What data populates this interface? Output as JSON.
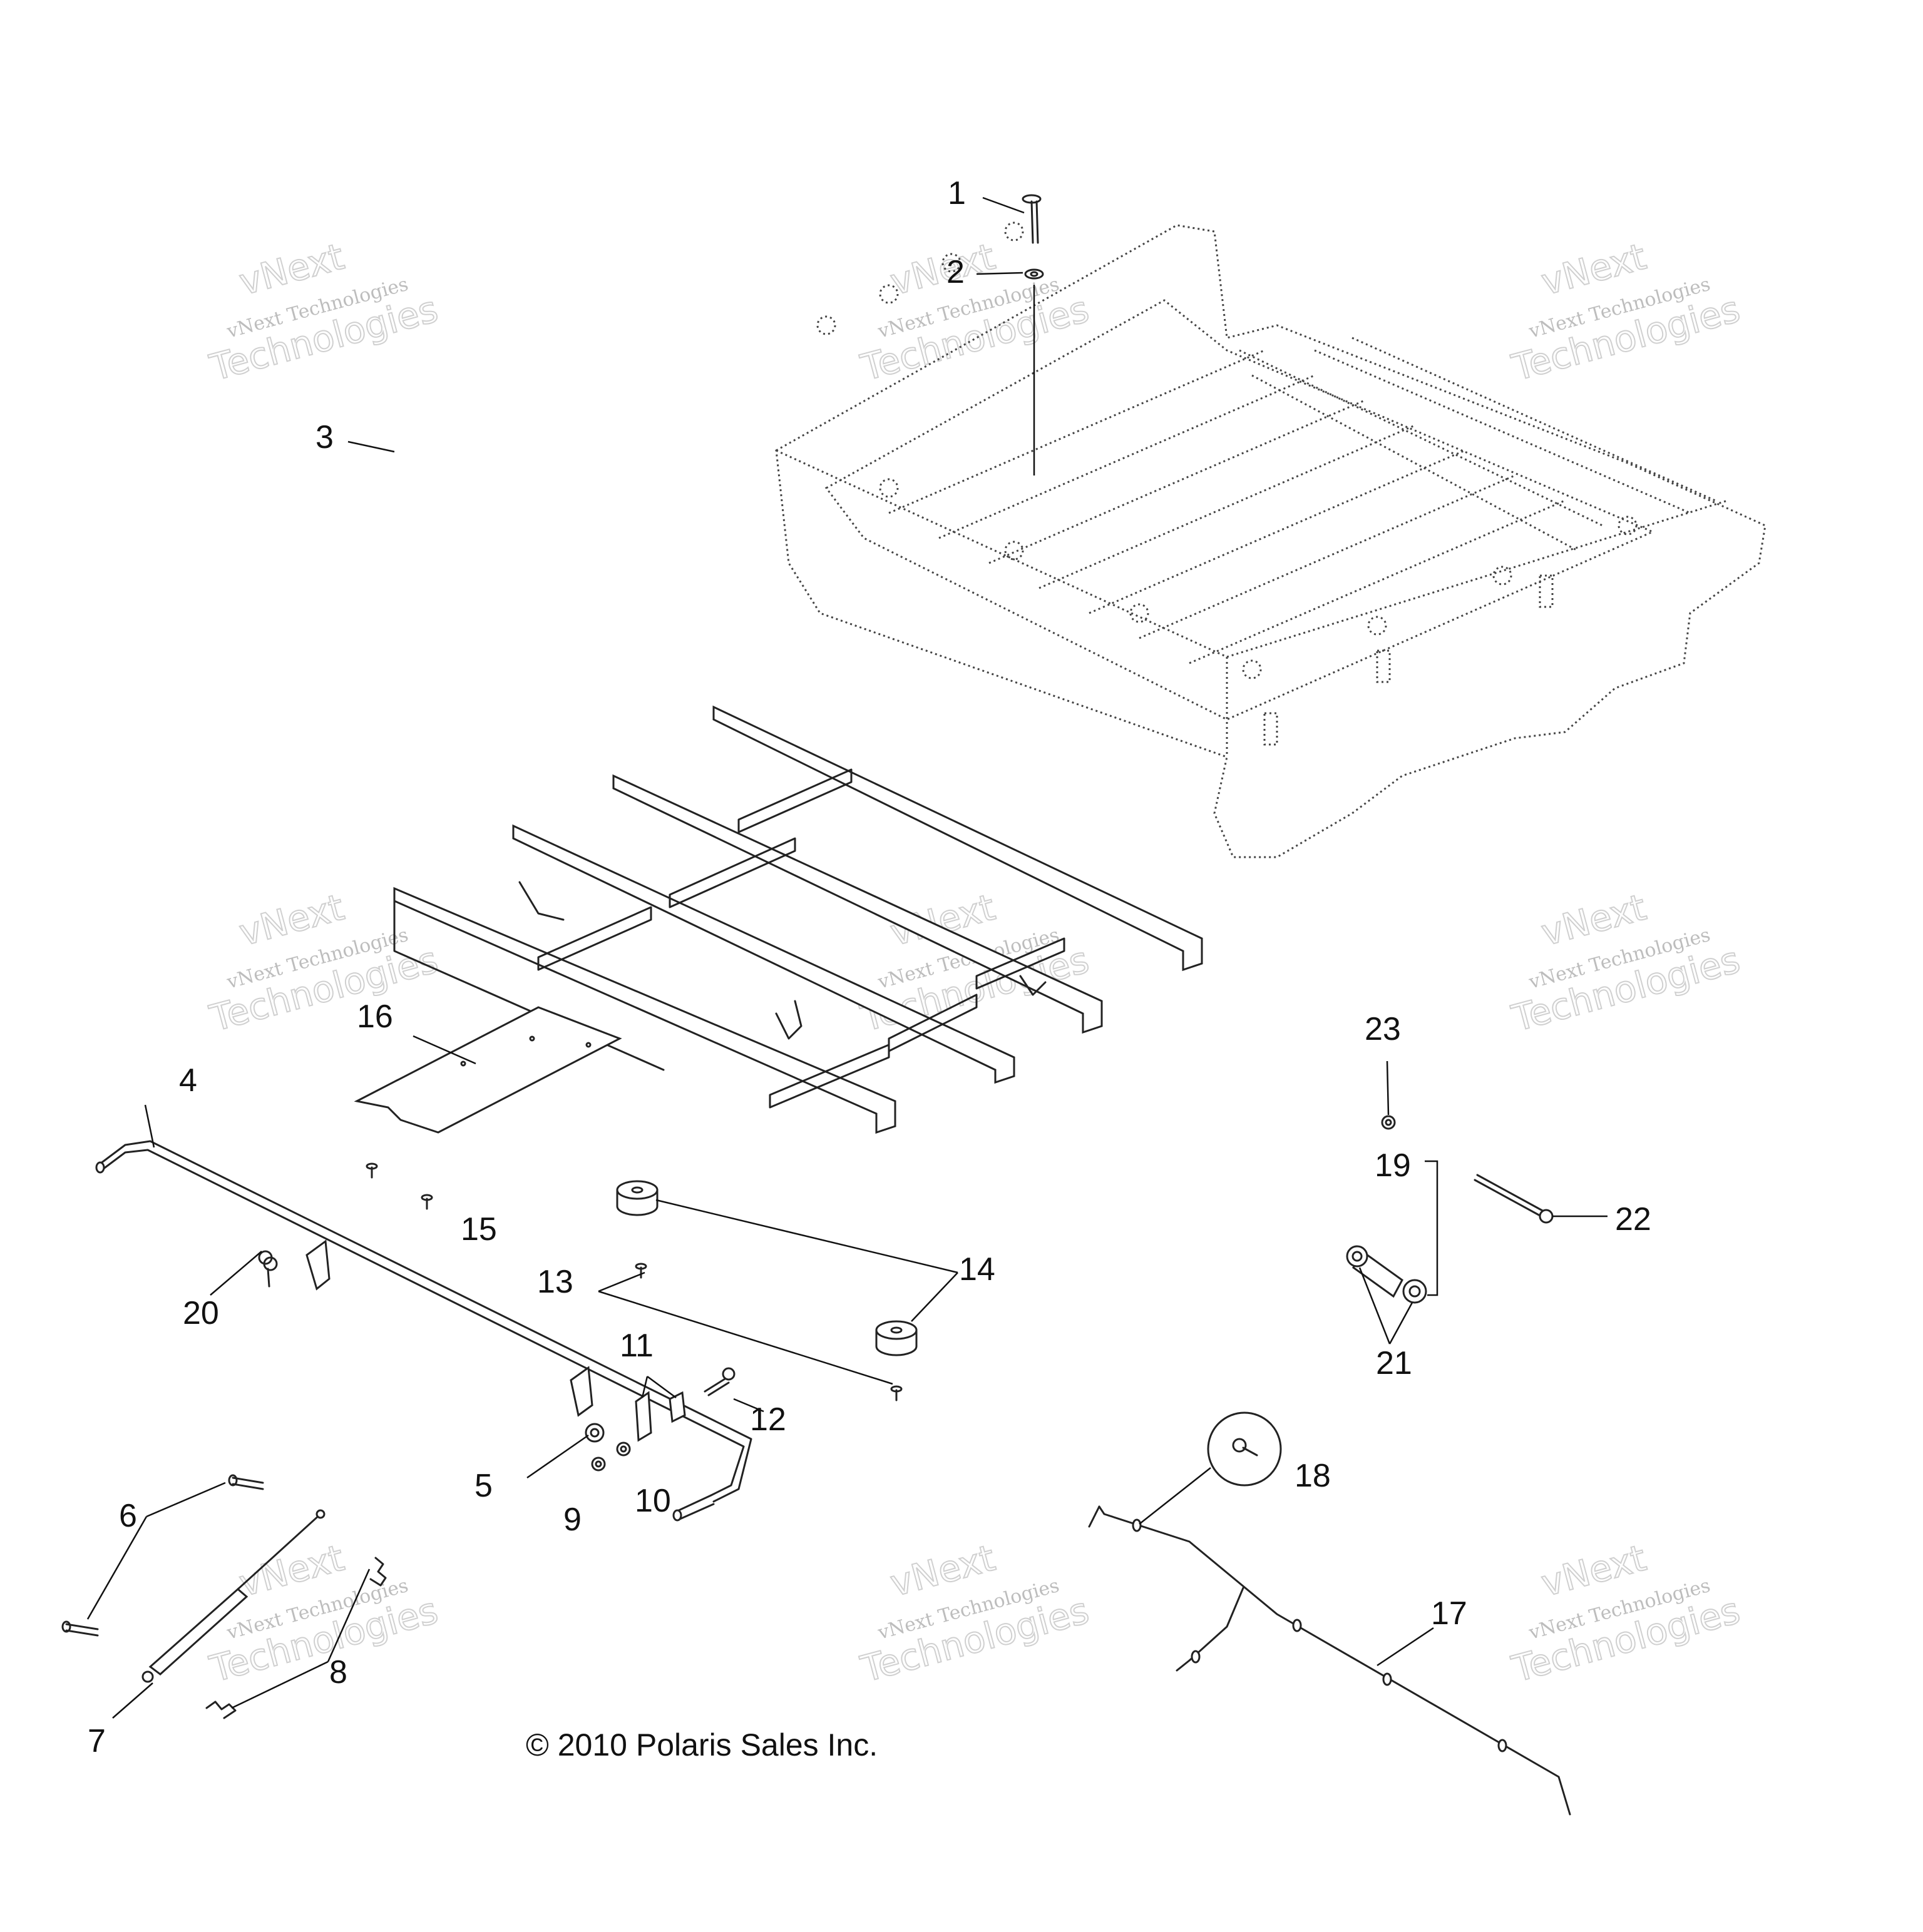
{
  "callouts": {
    "c1": "1",
    "c2": "2",
    "c3": "3",
    "c4": "4",
    "c5": "5",
    "c6": "6",
    "c7": "7",
    "c8": "8",
    "c9": "9",
    "c10": "10",
    "c11": "11",
    "c12": "12",
    "c13": "13",
    "c14": "14",
    "c15": "15",
    "c16": "16",
    "c17": "17",
    "c18": "18",
    "c19": "19",
    "c20": "20",
    "c21": "21",
    "c22": "22",
    "c23": "23"
  },
  "watermark": {
    "line1": "vNext",
    "line2": "vNext Technologies",
    "line3": "Technologies"
  },
  "copyright": "© 2010 Polaris Sales Inc."
}
